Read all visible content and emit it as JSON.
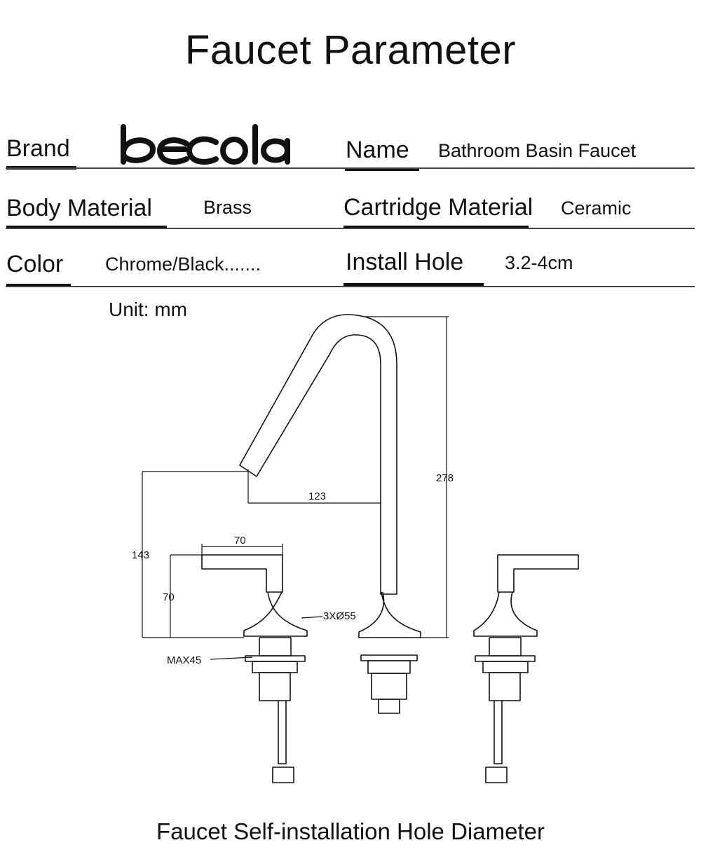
{
  "title": "Faucet Parameter",
  "brand_logo_text": "becola",
  "specs": {
    "brand_label": "Brand",
    "name_label": "Name",
    "name_value": "Bathroom Basin Faucet",
    "body_material_label": "Body Material",
    "body_material_value": "Brass",
    "cartridge_label": "Cartridge Material",
    "cartridge_value": "Ceramic",
    "color_label": "Color",
    "color_value": "Chrome/Black.......",
    "install_hole_label": "Install Hole",
    "install_hole_value": "3.2-4cm"
  },
  "unit_text": "Unit: mm",
  "dimensions": {
    "total_height": "278",
    "spout_reach": "123",
    "spout_height": "143",
    "handle_length": "70",
    "handle_height": "70",
    "base_diameter": "3XØ55",
    "max_thickness": "MAX45"
  },
  "caption": "Faucet Self-installation Hole Diameter"
}
